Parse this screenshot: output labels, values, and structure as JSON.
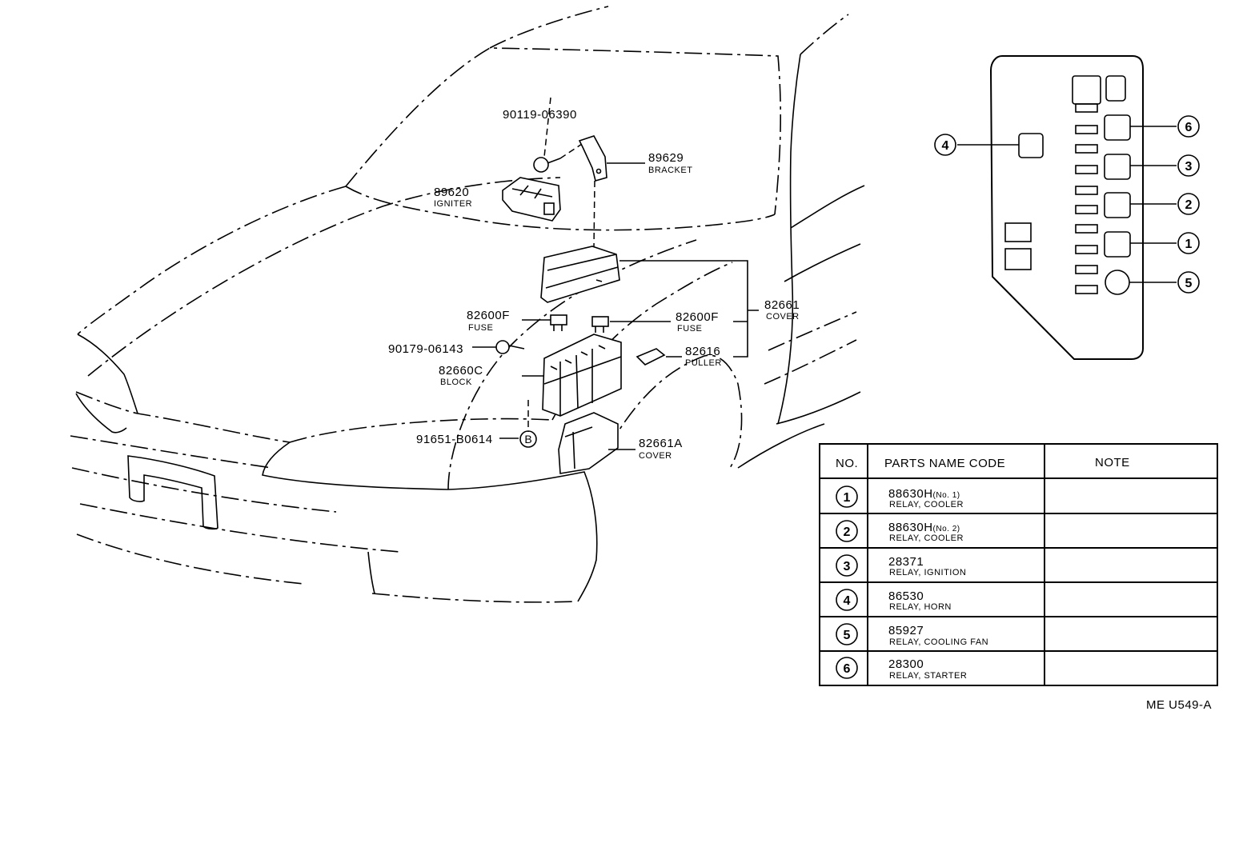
{
  "labels": {
    "bolt_top": {
      "code": "90119-06390"
    },
    "bracket": {
      "code": "89629",
      "name": "BRACKET"
    },
    "igniter": {
      "code": "89620",
      "name": "IGNITER"
    },
    "fuse_left": {
      "code": "82600F",
      "name": "FUSE"
    },
    "fuse_right": {
      "code": "82600F",
      "name": "FUSE"
    },
    "cover_top": {
      "code": "82661",
      "name": "COVER"
    },
    "bolt_mid": {
      "code": "90179-06143"
    },
    "block": {
      "code": "82660C",
      "name": "BLOCK"
    },
    "puller": {
      "code": "82616",
      "name": "PULLER"
    },
    "clip": {
      "code": "91651-B0614",
      "ref": "B"
    },
    "cover_bottom": {
      "code": "82661A",
      "name": "COVER"
    }
  },
  "relay_callouts": [
    "4",
    "6",
    "3",
    "2",
    "1",
    "5"
  ],
  "table": {
    "headers": {
      "no": "NO.",
      "parts": "PARTS NAME CODE",
      "note": "NOTE"
    },
    "rows": [
      {
        "no": "1",
        "code": "88630H",
        "suffix": "(No. 1)",
        "name": "RELAY, COOLER",
        "note": ""
      },
      {
        "no": "2",
        "code": "88630H",
        "suffix": "(No. 2)",
        "name": "RELAY, COOLER",
        "note": ""
      },
      {
        "no": "3",
        "code": "28371",
        "suffix": "",
        "name": "RELAY, IGNITION",
        "note": ""
      },
      {
        "no": "4",
        "code": "86530",
        "suffix": "",
        "name": "RELAY, HORN",
        "note": ""
      },
      {
        "no": "5",
        "code": "85927",
        "suffix": "",
        "name": "RELAY, COOLING FAN",
        "note": ""
      },
      {
        "no": "6",
        "code": "28300",
        "suffix": "",
        "name": "RELAY, STARTER",
        "note": ""
      }
    ]
  },
  "diagram_code": "ME U549-A"
}
